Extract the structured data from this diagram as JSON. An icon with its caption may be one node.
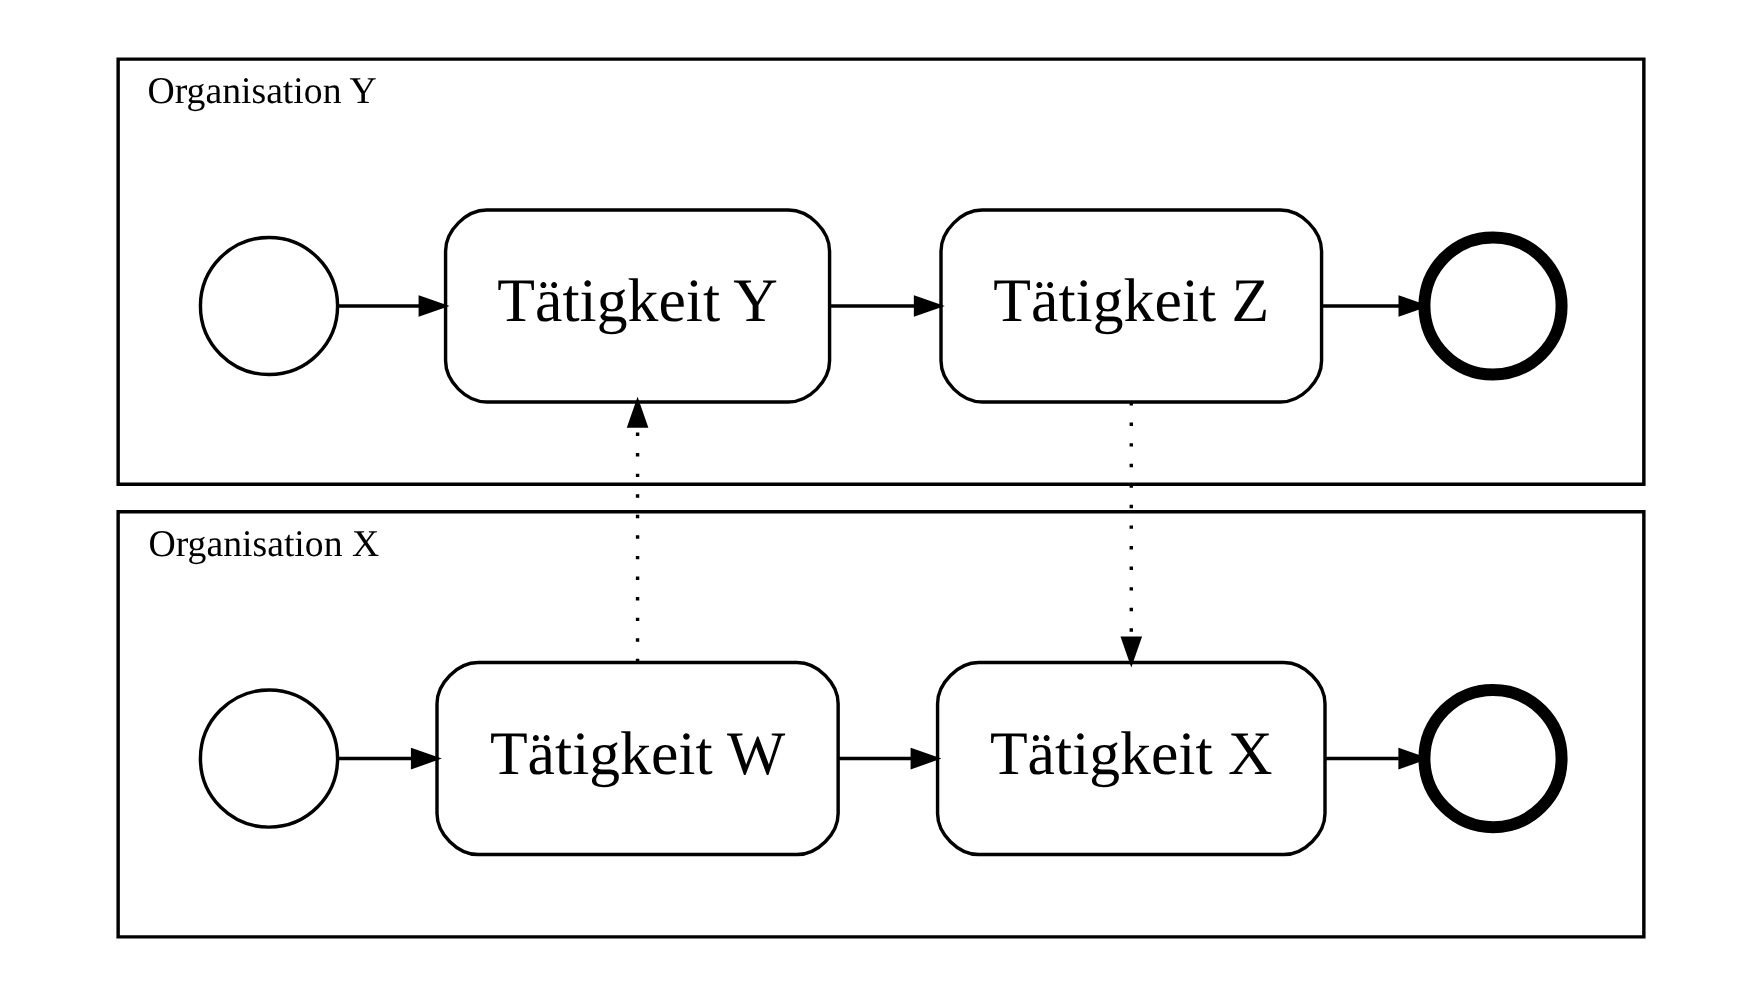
{
  "diagram": {
    "nodes": [
      {
        "text": [
          "Organisation X"
        ]
      },
      {
        "text": [],
        "shape": "circle",
        "in": 0
      },
      {
        "text": [
          "Tätigkeit W"
        ],
        "in": 0
      },
      {
        "text": [
          "Tätigkeit X"
        ],
        "in": 0
      },
      {
        "text": [],
        "shape": "circle",
        "in": 0
      },
      {
        "text": [
          "Organisation Y"
        ]
      },
      {
        "text": [],
        "shape": "circle",
        "in": 5
      },
      {
        "text": [
          "Tätigkeit Y"
        ],
        "in": 5
      },
      {
        "text": [
          "Tätigkeit Z"
        ],
        "in": 5
      },
      {
        "text": [],
        "shape": "circle",
        "in": 5
      }
    ],
    "edges": [
      {
        "from": 1,
        "to": 2,
        "arrow": "to"
      },
      {
        "from": 2,
        "to": 3,
        "arrow": "to"
      },
      {
        "from": 3,
        "to": 4,
        "arrow": "to"
      },
      {
        "from": 2,
        "to": 7,
        "arrow": "to",
        "style": "dashed"
      },
      {
        "from": 6,
        "to": 7,
        "arrow": "to"
      },
      {
        "from": 7,
        "to": 8,
        "arrow": "to"
      },
      {
        "from": 8,
        "to": 9,
        "arrow": "to"
      },
      {
        "from": 8,
        "to": 3,
        "arrow": "to",
        "style": "dashed"
      }
    ]
  }
}
